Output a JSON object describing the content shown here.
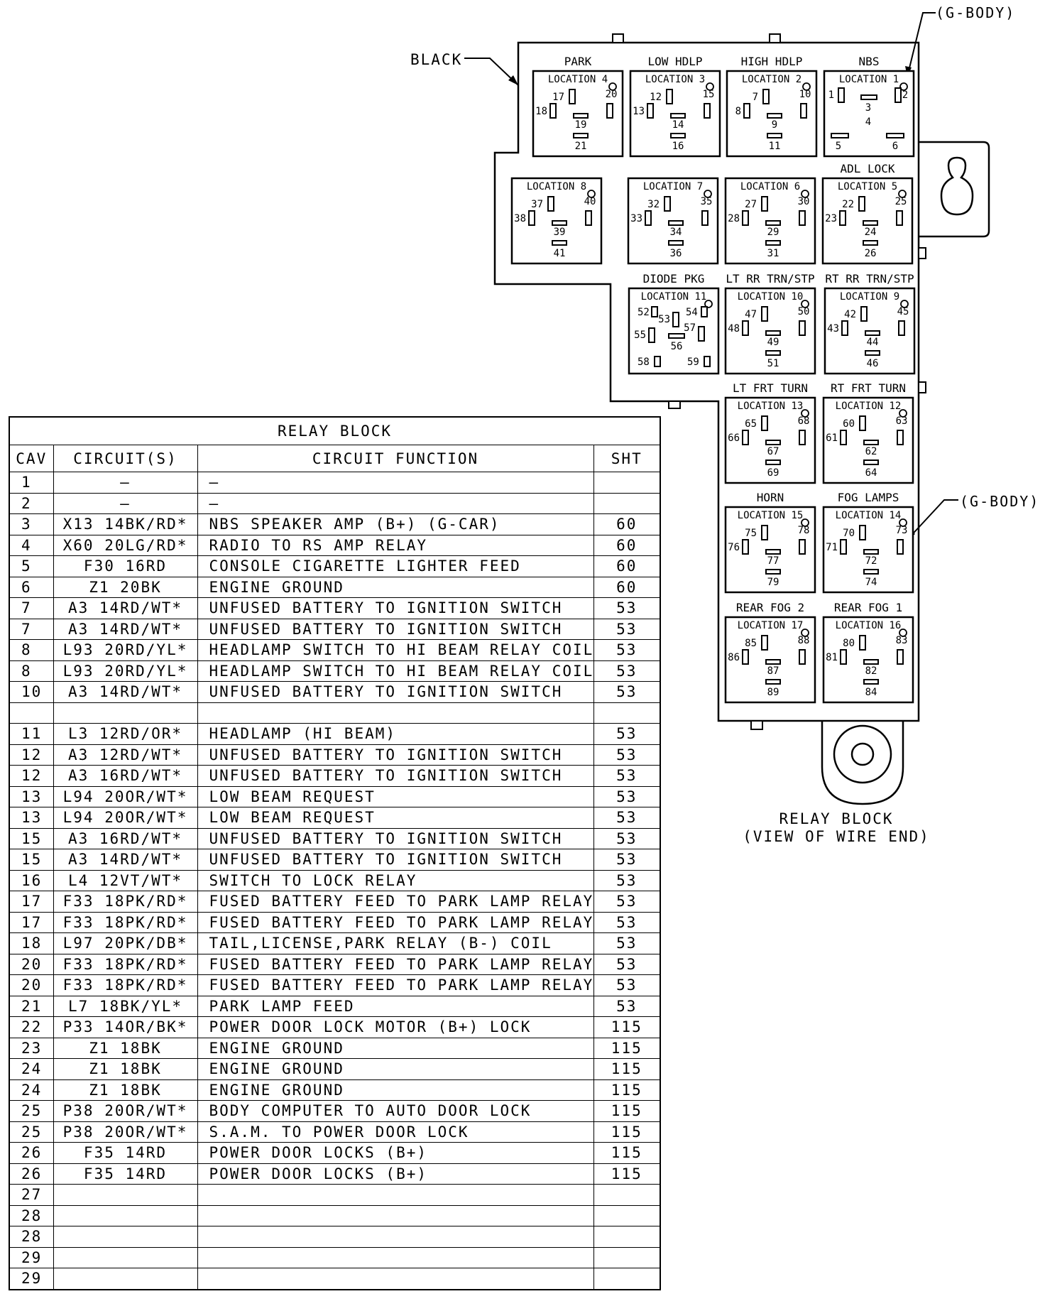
{
  "callouts": {
    "black": "BLACK",
    "g_body_top": "(G-BODY)",
    "g_body_right": "(G-BODY)"
  },
  "view_caption": {
    "line1": "RELAY BLOCK",
    "line2": "(VIEW OF WIRE END)"
  },
  "relays": [
    {
      "id": "park",
      "name": "PARK",
      "location": "LOCATION 4",
      "pins": [
        "17",
        "18",
        "19",
        "20",
        "21"
      ]
    },
    {
      "id": "low-hdlp",
      "name": "LOW HDLP",
      "location": "LOCATION 3",
      "pins": [
        "12",
        "13",
        "14",
        "15",
        "16"
      ]
    },
    {
      "id": "high-hdlp",
      "name": "HIGH HDLP",
      "location": "LOCATION 2",
      "pins": [
        "7",
        "8",
        "9",
        "10",
        "11"
      ]
    },
    {
      "id": "nbs",
      "name": "NBS",
      "location": "LOCATION 1",
      "pins": [
        "1",
        "2",
        "3",
        "4",
        "5",
        "6"
      ]
    },
    {
      "id": "loc8",
      "name": "",
      "location": "LOCATION 8",
      "pins": [
        "37",
        "38",
        "39",
        "40",
        "41"
      ]
    },
    {
      "id": "loc7",
      "name": "",
      "location": "LOCATION 7",
      "pins": [
        "32",
        "33",
        "34",
        "35",
        "36"
      ]
    },
    {
      "id": "loc6",
      "name": "",
      "location": "LOCATION 6",
      "pins": [
        "27",
        "28",
        "29",
        "30",
        "31"
      ]
    },
    {
      "id": "adl-lock",
      "name": "ADL LOCK",
      "location": "LOCATION 5",
      "pins": [
        "22",
        "23",
        "24",
        "25",
        "26"
      ]
    },
    {
      "id": "diode-pkg",
      "name": "DIODE PKG",
      "location": "LOCATION 11",
      "pins": [
        "52",
        "53",
        "54",
        "55",
        "56",
        "57",
        "58",
        "59"
      ]
    },
    {
      "id": "lt-rr-trn",
      "name": "LT RR TRN/STP",
      "location": "LOCATION 10",
      "pins": [
        "47",
        "48",
        "49",
        "50",
        "51"
      ]
    },
    {
      "id": "rt-rr-trn",
      "name": "RT RR TRN/STP",
      "location": "LOCATION 9",
      "pins": [
        "42",
        "43",
        "44",
        "45",
        "46"
      ]
    },
    {
      "id": "lt-frt-turn",
      "name": "LT FRT TURN",
      "location": "LOCATION 13",
      "pins": [
        "65",
        "66",
        "67",
        "68",
        "69"
      ]
    },
    {
      "id": "rt-frt-turn",
      "name": "RT FRT TURN",
      "location": "LOCATION 12",
      "pins": [
        "60",
        "61",
        "62",
        "63",
        "64"
      ]
    },
    {
      "id": "horn",
      "name": "HORN",
      "location": "LOCATION 15",
      "pins": [
        "75",
        "76",
        "77",
        "78",
        "79"
      ]
    },
    {
      "id": "fog-lamps",
      "name": "FOG LAMPS",
      "location": "LOCATION 14",
      "pins": [
        "70",
        "71",
        "72",
        "73",
        "74"
      ]
    },
    {
      "id": "rear-fog-2",
      "name": "REAR FOG 2",
      "location": "LOCATION 17",
      "pins": [
        "85",
        "86",
        "87",
        "88",
        "89"
      ]
    },
    {
      "id": "rear-fog-1",
      "name": "REAR FOG 1",
      "location": "LOCATION 16",
      "pins": [
        "80",
        "81",
        "82",
        "83",
        "84"
      ]
    }
  ],
  "table": {
    "title": "RELAY BLOCK",
    "headers": {
      "cav": "CAV",
      "circuit": "CIRCUIT(S)",
      "function": "CIRCUIT FUNCTION",
      "sht": "SHT"
    },
    "rows": [
      {
        "cav": "1",
        "circuit": "—",
        "function": "—",
        "sht": ""
      },
      {
        "cav": "2",
        "circuit": "—",
        "function": "—",
        "sht": ""
      },
      {
        "cav": "3",
        "circuit": "X13 14BK/RD*",
        "function": "NBS SPEAKER AMP (B+) (G-CAR)",
        "sht": "60"
      },
      {
        "cav": "4",
        "circuit": "X60 20LG/RD*",
        "function": "RADIO TO RS AMP RELAY",
        "sht": "60"
      },
      {
        "cav": "5",
        "circuit": "F30 16RD",
        "function": "CONSOLE CIGARETTE LIGHTER FEED",
        "sht": "60"
      },
      {
        "cav": "6",
        "circuit": "Z1 20BK",
        "function": "ENGINE GROUND",
        "sht": "60"
      },
      {
        "cav": "7",
        "circuit": "A3 14RD/WT*",
        "function": "UNFUSED BATTERY TO IGNITION SWITCH",
        "sht": "53"
      },
      {
        "cav": "7",
        "circuit": "A3 14RD/WT*",
        "function": "UNFUSED BATTERY TO IGNITION SWITCH",
        "sht": "53"
      },
      {
        "cav": "8",
        "circuit": "L93 20RD/YL*",
        "function": "HEADLAMP SWITCH TO HI BEAM RELAY COIL",
        "sht": "53"
      },
      {
        "cav": "8",
        "circuit": "L93 20RD/YL*",
        "function": "HEADLAMP SWITCH TO HI BEAM RELAY COIL",
        "sht": "53"
      },
      {
        "cav": "10",
        "circuit": "A3 14RD/WT*",
        "function": "UNFUSED BATTERY TO IGNITION SWITCH",
        "sht": "53"
      },
      {
        "cav": "",
        "circuit": "",
        "function": "",
        "sht": ""
      },
      {
        "cav": "11",
        "circuit": "L3 12RD/OR*",
        "function": "HEADLAMP (HI BEAM)",
        "sht": "53"
      },
      {
        "cav": "12",
        "circuit": "A3 12RD/WT*",
        "function": "UNFUSED BATTERY TO IGNITION SWITCH",
        "sht": "53"
      },
      {
        "cav": "12",
        "circuit": "A3 16RD/WT*",
        "function": "UNFUSED BATTERY TO IGNITION SWITCH",
        "sht": "53"
      },
      {
        "cav": "13",
        "circuit": "L94 20OR/WT*",
        "function": "LOW BEAM REQUEST",
        "sht": "53"
      },
      {
        "cav": "13",
        "circuit": "L94 20OR/WT*",
        "function": "LOW BEAM REQUEST",
        "sht": "53"
      },
      {
        "cav": "15",
        "circuit": "A3 16RD/WT*",
        "function": "UNFUSED BATTERY TO IGNITION SWITCH",
        "sht": "53"
      },
      {
        "cav": "15",
        "circuit": "A3 14RD/WT*",
        "function": "UNFUSED BATTERY TO IGNITION SWITCH",
        "sht": "53"
      },
      {
        "cav": "16",
        "circuit": "L4 12VT/WT*",
        "function": "SWITCH TO LOCK RELAY",
        "sht": "53"
      },
      {
        "cav": "17",
        "circuit": "F33 18PK/RD*",
        "function": "FUSED BATTERY FEED TO PARK LAMP RELAY",
        "sht": "53"
      },
      {
        "cav": "17",
        "circuit": "F33 18PK/RD*",
        "function": "FUSED BATTERY FEED TO PARK LAMP RELAY",
        "sht": "53"
      },
      {
        "cav": "18",
        "circuit": "L97 20PK/DB*",
        "function": "TAIL,LICENSE,PARK RELAY (B-) COIL",
        "sht": "53"
      },
      {
        "cav": "20",
        "circuit": "F33 18PK/RD*",
        "function": "FUSED BATTERY FEED TO PARK LAMP RELAY",
        "sht": "53"
      },
      {
        "cav": "20",
        "circuit": "F33 18PK/RD*",
        "function": "FUSED BATTERY FEED TO PARK LAMP RELAY",
        "sht": "53"
      },
      {
        "cav": "21",
        "circuit": "L7 18BK/YL*",
        "function": "PARK LAMP FEED",
        "sht": "53"
      },
      {
        "cav": "22",
        "circuit": "P33 14OR/BK*",
        "function": "POWER DOOR LOCK MOTOR (B+) LOCK",
        "sht": "115"
      },
      {
        "cav": "23",
        "circuit": "Z1 18BK",
        "function": "ENGINE GROUND",
        "sht": "115"
      },
      {
        "cav": "24",
        "circuit": "Z1 18BK",
        "function": "ENGINE GROUND",
        "sht": "115"
      },
      {
        "cav": "24",
        "circuit": "Z1 18BK",
        "function": "ENGINE GROUND",
        "sht": "115"
      },
      {
        "cav": "25",
        "circuit": "P38 20OR/WT*",
        "function": "BODY COMPUTER TO AUTO DOOR LOCK",
        "sht": "115"
      },
      {
        "cav": "25",
        "circuit": "P38 20OR/WT*",
        "function": "S.A.M. TO POWER DOOR LOCK",
        "sht": "115"
      },
      {
        "cav": "26",
        "circuit": "F35 14RD",
        "function": "POWER DOOR LOCKS (B+)",
        "sht": "115"
      },
      {
        "cav": "26",
        "circuit": "F35 14RD",
        "function": "POWER DOOR LOCKS (B+)",
        "sht": "115"
      },
      {
        "cav": "27",
        "circuit": "",
        "function": "",
        "sht": ""
      },
      {
        "cav": "28",
        "circuit": "",
        "function": "",
        "sht": ""
      },
      {
        "cav": "28",
        "circuit": "",
        "function": "",
        "sht": ""
      },
      {
        "cav": "29",
        "circuit": "",
        "function": "",
        "sht": ""
      },
      {
        "cav": "29",
        "circuit": "",
        "function": "",
        "sht": ""
      }
    ]
  }
}
